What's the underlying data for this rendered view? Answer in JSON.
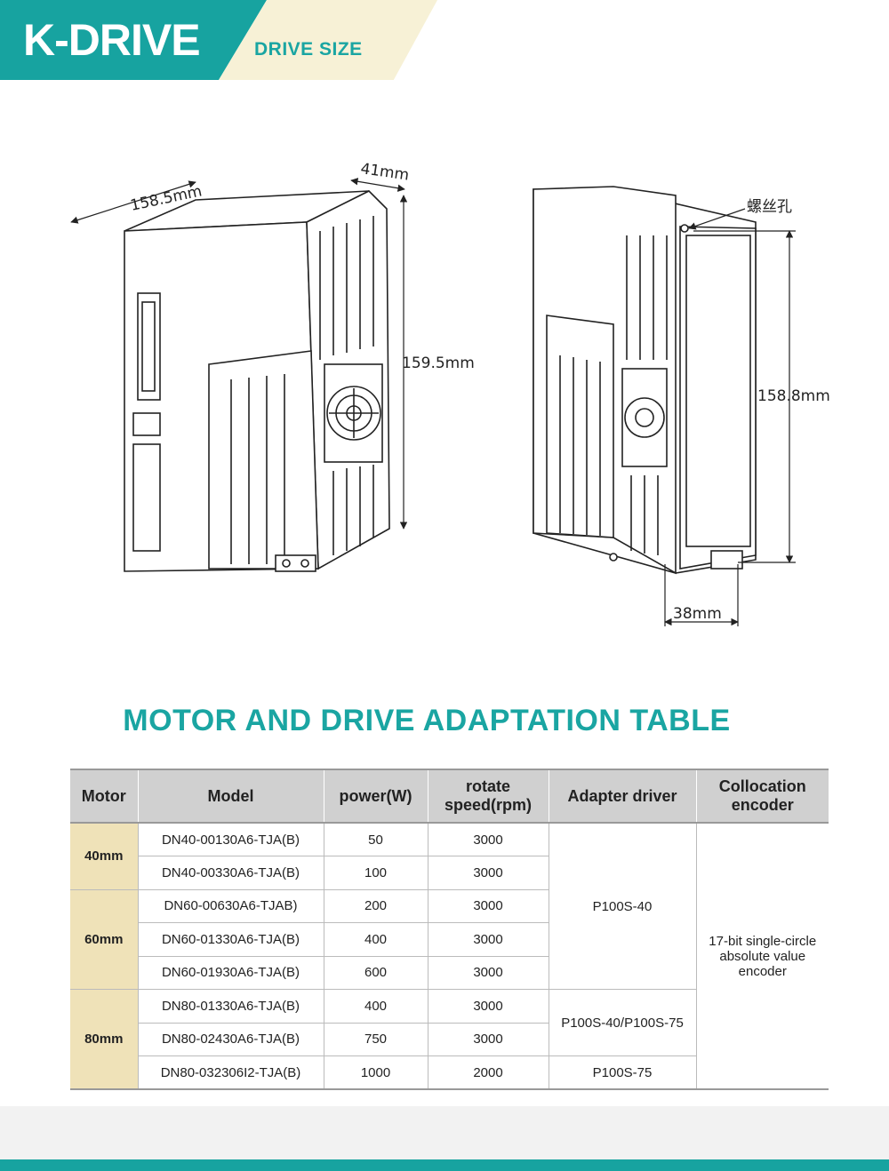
{
  "header": {
    "brand": "K-DRIVE",
    "section": "DRIVE SIZE"
  },
  "drawing": {
    "left_dims": {
      "depth": "158.5mm",
      "width": "41mm",
      "height": "159.5mm"
    },
    "right_dims": {
      "screw_hole": "螺丝孔",
      "height": "158.8mm",
      "width": "38mm"
    }
  },
  "table": {
    "title": "MOTOR AND DRIVE ADAPTATION TABLE",
    "headers": {
      "motor": "Motor",
      "model": "Model",
      "power": "power(W)",
      "speed_line1": "rotate",
      "speed_line2": "speed(rpm)",
      "driver": "Adapter driver",
      "encoder_line1": "Collocation",
      "encoder_line2": "encoder"
    },
    "groups": [
      "40mm",
      "60mm",
      "80mm"
    ],
    "rows": [
      {
        "model": "DN40-00130A6-TJA(B)",
        "power": "50",
        "speed": "3000"
      },
      {
        "model": "DN40-00330A6-TJA(B)",
        "power": "100",
        "speed": "3000"
      },
      {
        "model": "DN60-00630A6-TJAB)",
        "power": "200",
        "speed": "3000"
      },
      {
        "model": "DN60-01330A6-TJA(B)",
        "power": "400",
        "speed": "3000"
      },
      {
        "model": "DN60-01930A6-TJA(B)",
        "power": "600",
        "speed": "3000"
      },
      {
        "model": "DN80-01330A6-TJA(B)",
        "power": "400",
        "speed": "3000"
      },
      {
        "model": "DN80-02430A6-TJA(B)",
        "power": "750",
        "speed": "3000"
      },
      {
        "model": "DN80-032306I2-TJA(B)",
        "power": "1000",
        "speed": "2000"
      }
    ],
    "drivers": [
      "P100S-40",
      "P100S-40/P100S-75",
      "P100S-75"
    ],
    "encoder_lines": [
      "17-bit single-circle",
      "absolute value",
      "encoder"
    ]
  },
  "colors": {
    "accent": "#17a3a0",
    "header_cream": "#f7f1d6",
    "motor_cell": "#efe2b8",
    "table_header": "#d0d0d0"
  }
}
